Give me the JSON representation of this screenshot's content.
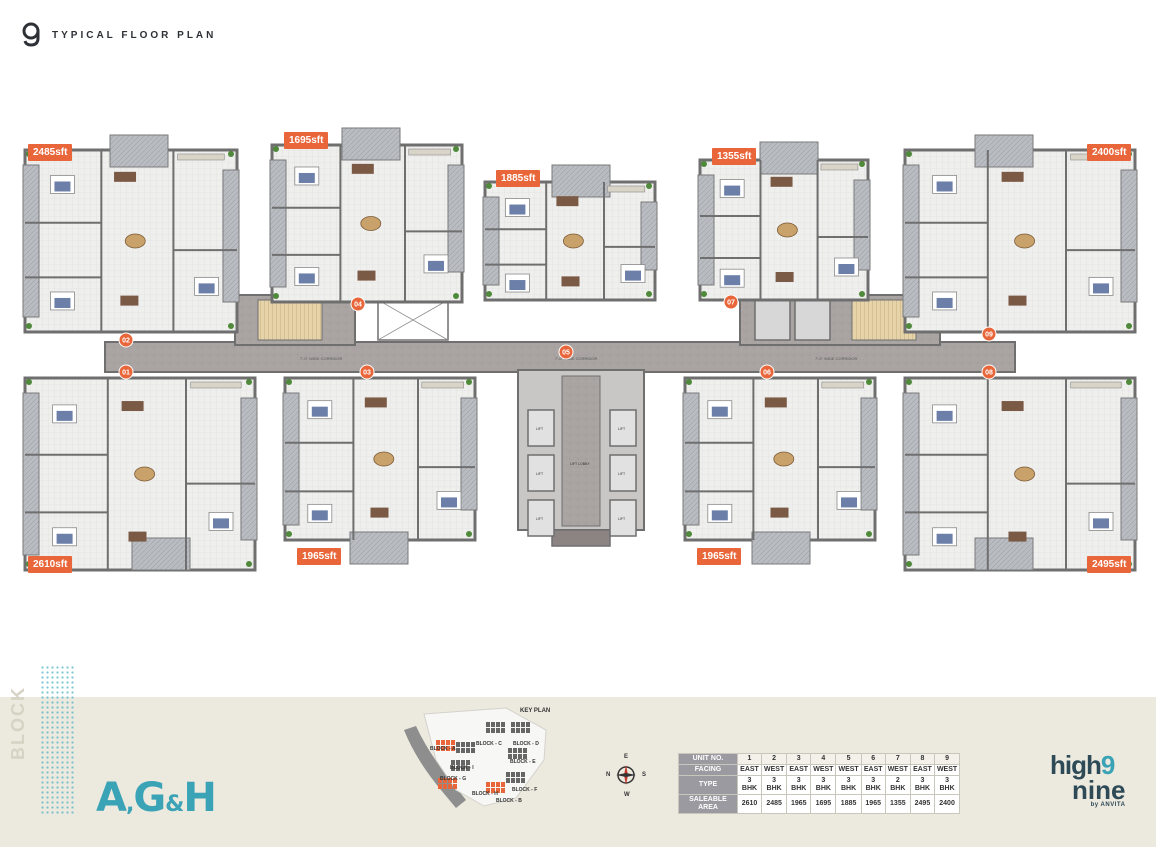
{
  "header": {
    "title": "TYPICAL FLOOR PLAN"
  },
  "area_tags": [
    "2485sft",
    "1695sft",
    "1885sft",
    "1355sft",
    "2400sft",
    "2610sft",
    "1965sft",
    "1965sft",
    "2495sft"
  ],
  "unit_markers": [
    "01",
    "02",
    "03",
    "04",
    "05",
    "06",
    "07",
    "08",
    "09"
  ],
  "corridor_label": "7'-0\" WIDE CORRIDOR",
  "lift_label": "LIFT",
  "lift_lobby_label": "LIFT LOBBY",
  "key_plan": {
    "title": "KEY PLAN",
    "blocks": [
      "BLOCK - A",
      "BLOCK - B",
      "BLOCK - C",
      "BLOCK - D",
      "BLOCK - E",
      "BLOCK - F",
      "BLOCK - G",
      "BLOCK - H",
      "BLOCK - I"
    ]
  },
  "compass": {
    "n": "N",
    "s": "S",
    "e": "E",
    "w": "W"
  },
  "block": {
    "word": "BLOCK",
    "letters_a": "A",
    "letters_g": "G",
    "amp": "&",
    "letters_h": "H"
  },
  "unit_table": {
    "row_labels": [
      "UNIT NO.",
      "FACING",
      "TYPE",
      "SALEABLE AREA"
    ],
    "unit_no": [
      "1",
      "2",
      "3",
      "4",
      "5",
      "6",
      "7",
      "8",
      "9"
    ],
    "facing": [
      "EAST",
      "WEST",
      "EAST",
      "WEST",
      "WEST",
      "EAST",
      "WEST",
      "EAST",
      "WEST"
    ],
    "type": [
      "3 BHK",
      "3 BHK",
      "3 BHK",
      "3 BHK",
      "3 BHK",
      "3 BHK",
      "2 BHK",
      "3 BHK",
      "3 BHK"
    ],
    "area": [
      "2610",
      "2485",
      "1965",
      "1695",
      "1885",
      "1965",
      "1355",
      "2495",
      "2400"
    ]
  },
  "brand": {
    "word1": "high",
    "word2": "nine",
    "byline": "by ANVITA"
  },
  "colors": {
    "accent_orange": "#e8663a",
    "teal": "#3aa3b6",
    "footer_bg": "#ece9df",
    "corridor": "#a8a2a0",
    "wall": "#6f6f6f"
  }
}
